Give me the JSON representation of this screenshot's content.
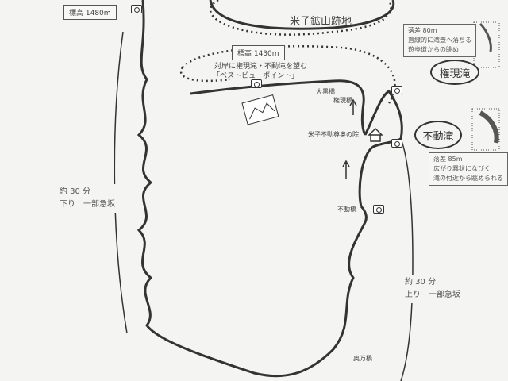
{
  "labels": {
    "mine_ruins": "米子鉱山跡地",
    "elev_1480": "標高 1480m",
    "elev_1430": "標高 1430m",
    "viewpoint_line1": "対岸に権現滝・不動滝を望む",
    "viewpoint_line2": "「ベストビューポイント」",
    "ookuro_bridge": "大黒橋",
    "gongen_bridge": "権現橋",
    "shrine": "米子不動尊奥の院",
    "fudo_bridge": "不動橋",
    "okuman_bridge": "奥万橋",
    "gongen_falls": "権現滝",
    "fudo_falls": "不動滝"
  },
  "gongen_note": [
    "落差 80m",
    "直線的に滝壺へ落ちる",
    "遊歩道からの眺め"
  ],
  "fudo_note": [
    "落差 85m",
    "広がり霧状になびく",
    "滝の付近から眺められる"
  ],
  "descent": {
    "time": "約 30 分",
    "desc": "下り　一部急坂"
  },
  "ascent": {
    "time": "約 30 分",
    "desc": "上り　一部急坂"
  }
}
